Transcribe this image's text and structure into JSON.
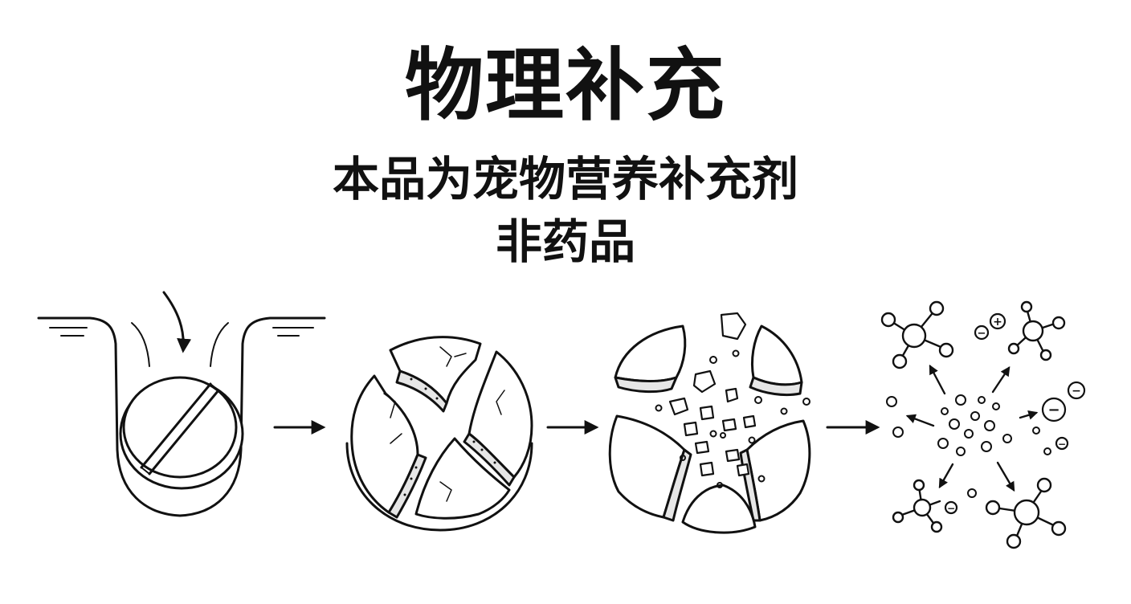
{
  "header": {
    "title": "物理补充",
    "subtitle": "本品为宠物营养补充剂",
    "subtitle2": "非药品"
  },
  "diagram": {
    "stages": [
      {
        "name": "tablet-in-water-stage",
        "icon": "tablet-dropping-icon"
      },
      {
        "name": "tablet-cracking-stage",
        "icon": "cracked-tablet-icon"
      },
      {
        "name": "tablet-disintegrating-stage",
        "icon": "disintegrating-tablet-icon"
      },
      {
        "name": "molecules-dispersing-stage",
        "icon": "molecule-dispersion-icon"
      }
    ],
    "ion_symbols": {
      "plus": "+",
      "minus": "−"
    },
    "colors": {
      "stroke": "#111111",
      "background": "#ffffff",
      "crumb": "#dcdcdc"
    }
  }
}
